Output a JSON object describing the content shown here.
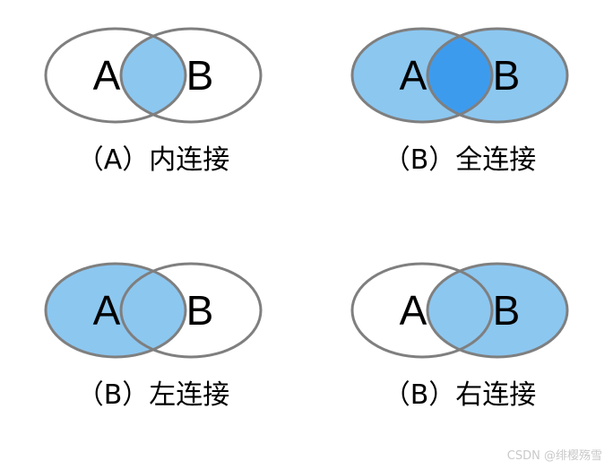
{
  "figure": {
    "type": "venn-diagram-grid",
    "background_color": "#ffffff",
    "columns": 2,
    "rows": 2,
    "set_labels": {
      "left": "A",
      "right": "B"
    },
    "colors": {
      "outline": "#7f7f7f",
      "fill_light_blue": "#8cc7f0",
      "fill_dark_blue": "#3d9bee",
      "letter_color": "#000000",
      "caption_color": "#000000",
      "watermark_color": "#c9c9c9"
    }
  },
  "panels": [
    {
      "id": "inner-join",
      "caption": "（A）内连接",
      "left_label": "A",
      "right_label": "B",
      "shaded": "intersection",
      "fills": {
        "left_only": "none",
        "intersection": "#8cc7f0",
        "right_only": "none"
      }
    },
    {
      "id": "full-join",
      "caption": "（B）全连接",
      "left_label": "A",
      "right_label": "B",
      "shaded": "union",
      "fills": {
        "left_only": "#8cc7f0",
        "intersection": "#3d9bee",
        "right_only": "#8cc7f0"
      }
    },
    {
      "id": "left-join",
      "caption": "（B）左连接",
      "left_label": "A",
      "right_label": "B",
      "shaded": "left-set",
      "fills": {
        "left_only": "#8cc7f0",
        "intersection": "#8cc7f0",
        "right_only": "none"
      }
    },
    {
      "id": "right-join",
      "caption": "（B）右连接",
      "left_label": "A",
      "right_label": "B",
      "shaded": "right-set",
      "fills": {
        "left_only": "none",
        "intersection": "#8cc7f0",
        "right_only": "#8cc7f0"
      }
    }
  ],
  "watermark": {
    "text": "CSDN @绯樱殇雪"
  }
}
